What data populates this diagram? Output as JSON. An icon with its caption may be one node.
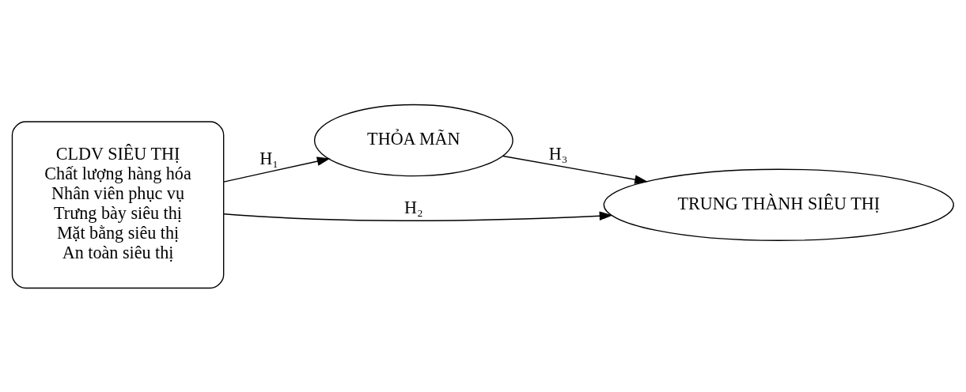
{
  "diagram": {
    "nodes": [
      {
        "text": [
          "CLDV SIÊU THỊ",
          "Chất lượng hàng hóa",
          "Nhân viên phục vụ",
          "Trưng bày siêu thị",
          "Mặt bằng siêu thị",
          "An toàn siêu thị"
        ]
      },
      {
        "text": [
          "THỎA MÃN"
        ]
      },
      {
        "text": [
          "TRUNG THÀNH SIÊU THỊ"
        ]
      }
    ],
    "edges": [
      {
        "from": 0,
        "to": 1,
        "arrow": "to",
        "label": "H₁"
      },
      {
        "from": 0,
        "to": 2,
        "arrow": "to",
        "label": "H₂"
      },
      {
        "from": 1,
        "to": 2,
        "arrow": "to",
        "label": "H₃"
      }
    ]
  }
}
